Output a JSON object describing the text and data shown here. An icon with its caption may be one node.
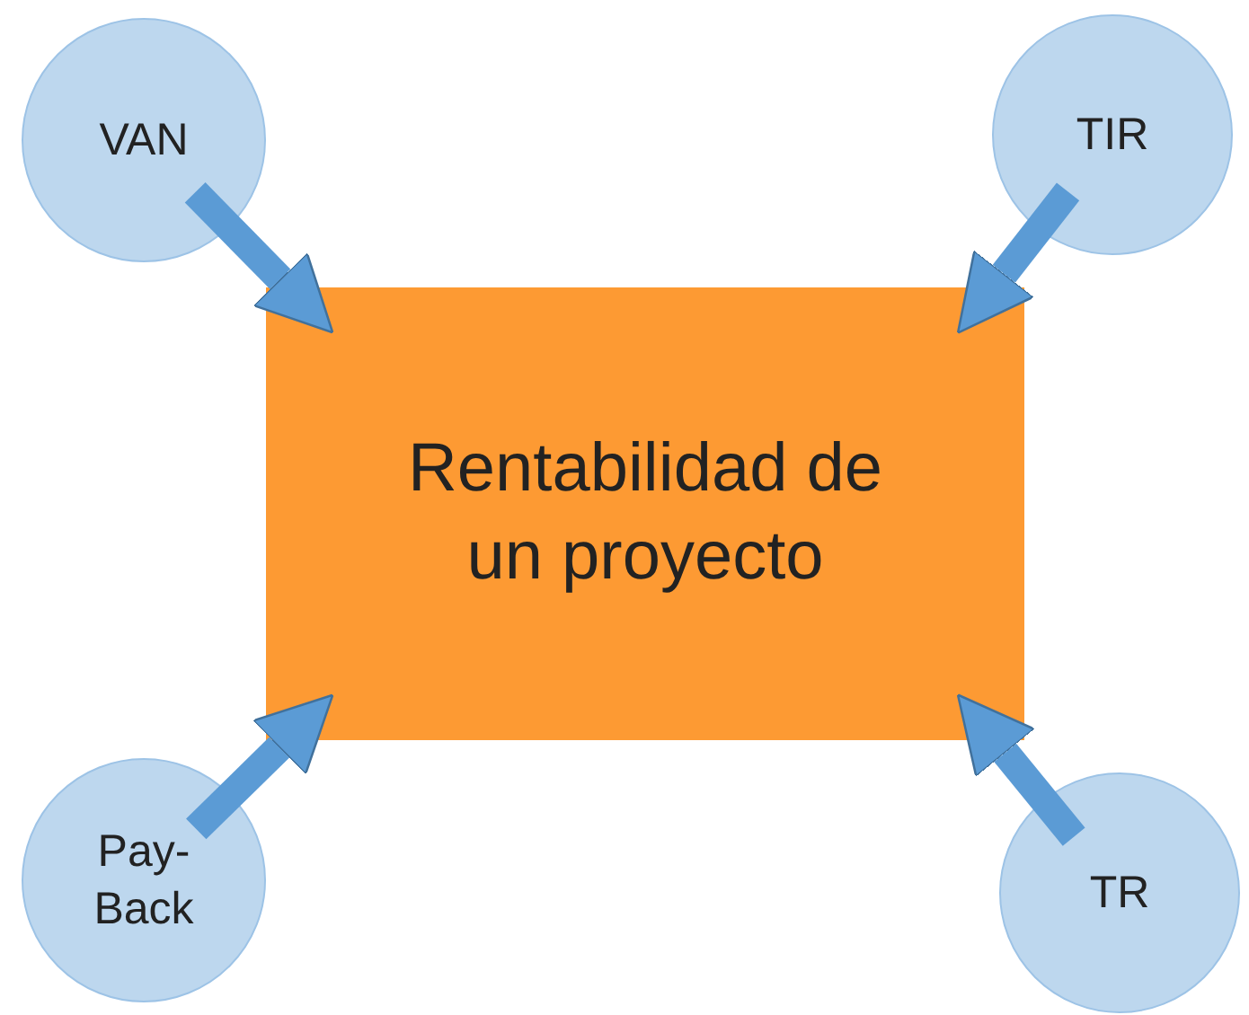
{
  "diagram": {
    "nodes": [
      {
        "text": [
          "VAN"
        ]
      },
      {
        "text": [
          "TIR"
        ]
      },
      {
        "text": [
          "Rentabilidad de un proyecto"
        ]
      },
      {
        "text": [
          "Pay-Back"
        ]
      },
      {
        "text": [
          "TR"
        ]
      }
    ],
    "edges": [
      {
        "from": 0,
        "to": 2,
        "arrow": "to"
      },
      {
        "from": 1,
        "to": 2,
        "arrow": "to"
      },
      {
        "from": 3,
        "to": 2,
        "arrow": "to"
      },
      {
        "from": 4,
        "to": 2,
        "arrow": "to"
      }
    ]
  }
}
